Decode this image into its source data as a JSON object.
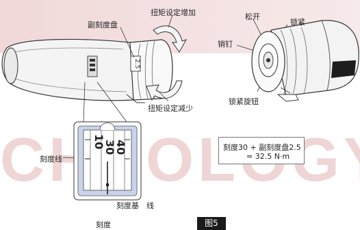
{
  "labels": {
    "sub_scale_dial": "副刻度盘",
    "torque_increase": "扭矩设定增加",
    "torque_decrease": "扭矩设定减少",
    "loosen": "松开",
    "lock": "锁紧",
    "pin": "销钉",
    "lock_knob": "锁紧旋钮",
    "scale_line": "刻度线",
    "scale_base_line": "刻度基　线",
    "scale": "刻度"
  },
  "dial": {
    "sub_value": "2.5",
    "main_values": [
      "10",
      "30",
      "40"
    ]
  },
  "formula": {
    "line1": "刻度30 + 副刻度盘2.5",
    "line2": "= 32.5 N·m"
  },
  "figure_label": "图5",
  "watermark_text": "CHNOLOGY",
  "colors": {
    "watermark": "#e2b3b3",
    "inset_fill": "#c9d3ea",
    "arrow_fill": "#f5f5f5",
    "stroke": "#333333"
  }
}
